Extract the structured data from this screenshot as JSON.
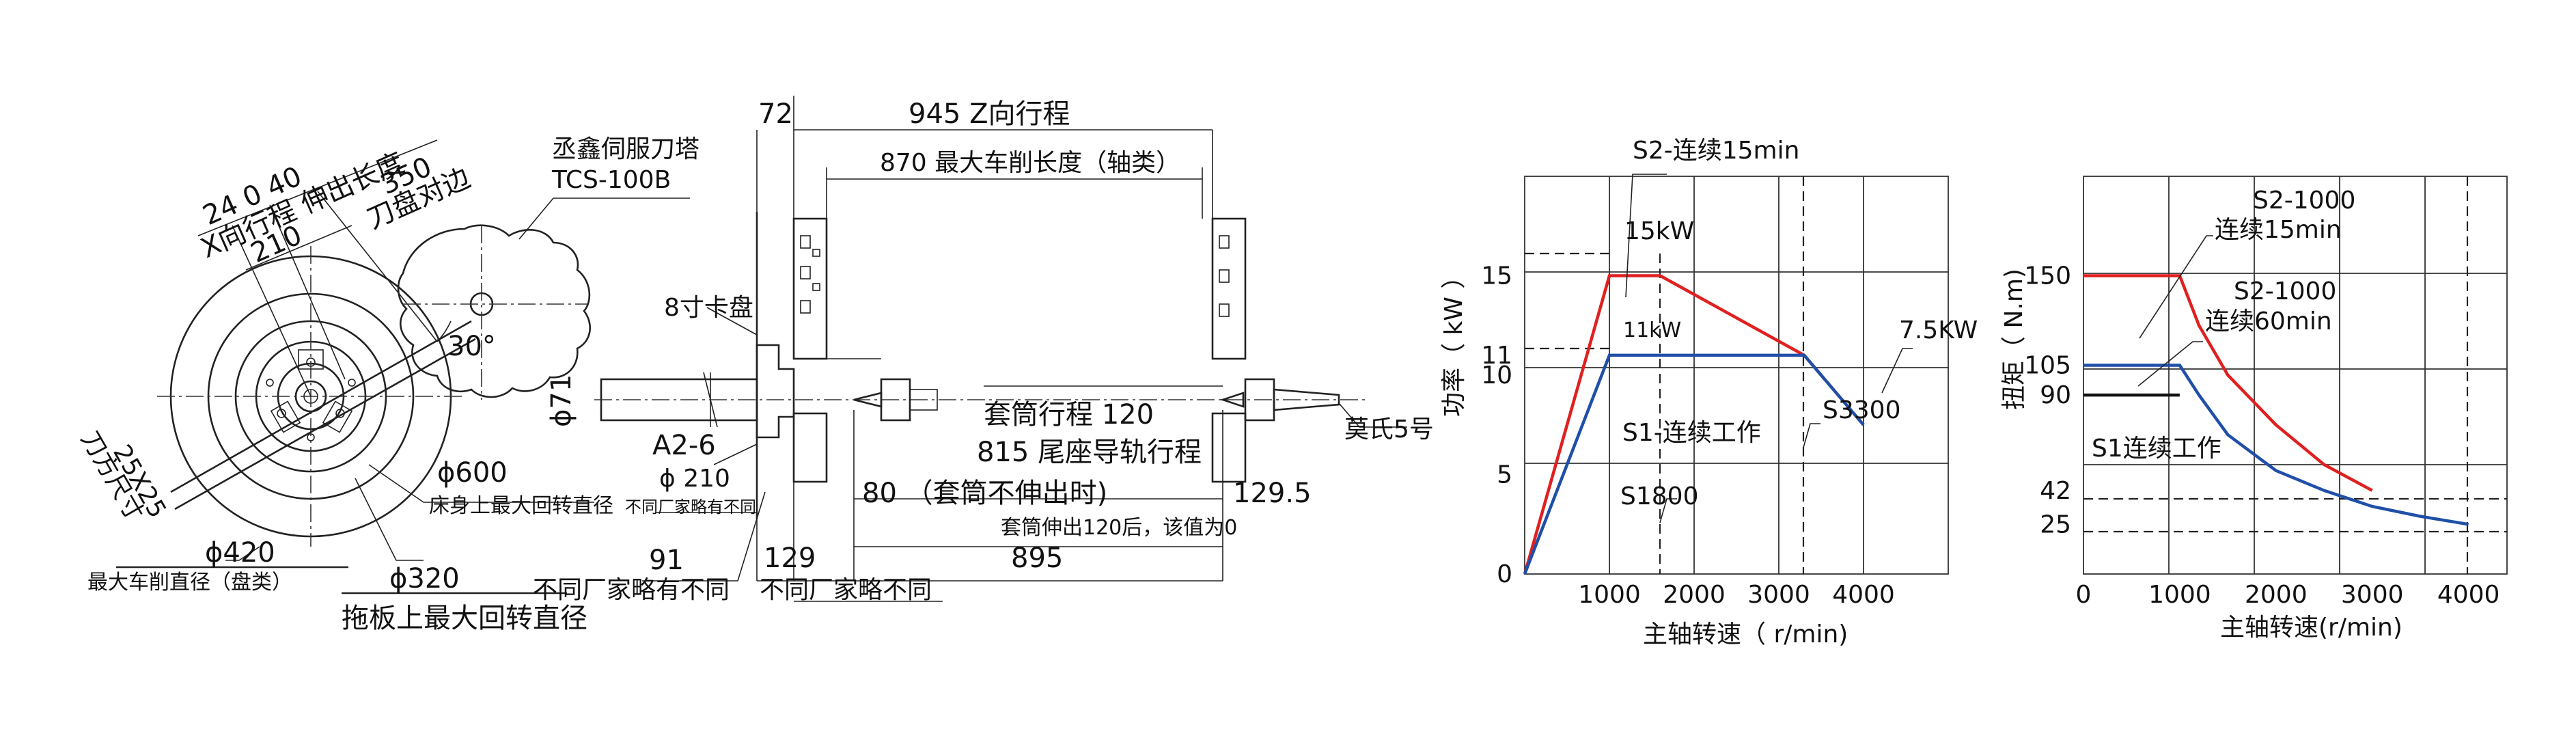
{
  "layout_drawing": {
    "turret_name": "丞鑫伺服刀塔",
    "turret_model": "TCS-100B",
    "x_travel_vals": "24 0   40",
    "x_travel_label": "X向行程 伸出长度",
    "turret_edge_val": "350",
    "turret_edge_label": "刀盘对边",
    "dim_210": "210",
    "angle_30": "30°",
    "tool_size_val": "25X25",
    "tool_size_label": "刀方尺寸",
    "dia_600": "ϕ600",
    "bed_swing": "床身上最大回转直径",
    "dia_420": "ϕ420",
    "max_turn_disc": "最大车削直径（盘类）",
    "dia_320": "ϕ320",
    "carriage_swing": "拖板上最大回转直径",
    "chuck": "8寸卡盘",
    "dia_71": "ϕ71",
    "spindle_nose": "A2-6",
    "dia_210": "ϕ 210",
    "vendor_note_small": "不同厂家略有不同",
    "dim_72": "72",
    "z_travel": "945  Z向行程",
    "max_turn_len": "870  最大车削长度（轴类）",
    "quill_travel": "套筒行程 120",
    "tailstock_rail": "815 尾座导轨行程",
    "morse": "莫氏5号",
    "quill_not_ext": "80  （套筒不伸出时)",
    "dim_1295": "129.5",
    "quill_note": "套筒伸出120后，该值为0",
    "dim_91": "91",
    "vendor_note_1": "不同厂家略有不同",
    "dim_129": "129",
    "vendor_note_2": "不同厂家略不同",
    "dim_895": "895"
  },
  "chart_data": [
    {
      "type": "line",
      "ylabel": "功率（ kW ）",
      "xlabel": "主轴转速（ r/min)",
      "x_ticks": [
        "1000",
        "2000",
        "3000",
        "4000"
      ],
      "y_ticks": [
        "0",
        "5",
        "10",
        "11",
        "15"
      ],
      "xlim": [
        0,
        5000
      ],
      "ylim": [
        0,
        20
      ],
      "series": [
        {
          "name": "S2-连续15min",
          "color": "#e02020",
          "x": [
            0,
            1000,
            1600,
            3300,
            4000
          ],
          "y": [
            0,
            15,
            15,
            11,
            7.5
          ]
        },
        {
          "name": "S1-连续工作",
          "color": "#1f4fa8",
          "x": [
            0,
            1000,
            3300,
            4000
          ],
          "y": [
            0,
            11,
            11,
            7.5
          ]
        }
      ],
      "annotations": [
        "15kW",
        "11kW",
        "7.5KW",
        "S3300",
        "S1800"
      ]
    },
    {
      "type": "line",
      "ylabel": "扭矩（ N.m)",
      "xlabel": "主轴转速(r/min)",
      "x_ticks": [
        "0",
        "1000",
        "2000",
        "3000",
        "4000"
      ],
      "y_ticks": [
        "25",
        "42",
        "90",
        "105",
        "150"
      ],
      "xlim": [
        0,
        4400
      ],
      "ylim": [
        0,
        200
      ],
      "series": [
        {
          "name": "S2-1000 连续15min",
          "color": "#e02020",
          "x": [
            0,
            1000,
            1200,
            1500,
            2000,
            2500,
            3000
          ],
          "y": [
            150,
            150,
            125,
            100,
            75,
            55,
            42
          ]
        },
        {
          "name": "S2-1000 连续60min",
          "color": "#1f4fa8",
          "x": [
            0,
            1000,
            1200,
            1500,
            2000,
            2500,
            3000,
            3500,
            4000
          ],
          "y": [
            105,
            105,
            90,
            70,
            52,
            42,
            34,
            29,
            25
          ]
        },
        {
          "name": "S1连续工作",
          "color": "#111111",
          "x": [
            0,
            1000
          ],
          "y": [
            90,
            90
          ]
        }
      ]
    }
  ]
}
